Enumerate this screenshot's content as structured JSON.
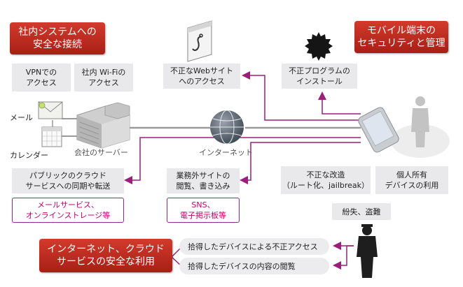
{
  "headings": {
    "internal": "社内システムへの\n安全な接続",
    "mobile": "モバイル端末の\nセキュリティと管理",
    "cloud": "インターネット、クラウド\nサービスの安全な利用"
  },
  "boxes": {
    "vpn": "VPNでの\nアクセス",
    "wifi": "社内 Wi-Fiの\nアクセス",
    "bad_site": "不正なWebサイト\nへのアクセス",
    "malware": "不正プログラムの\nインストール",
    "cloud_sync": "パブリックのクラウド\nサービスへの同期や転送",
    "nonwork": "業務外サイトの\n閲覧、書き込み",
    "tamper": "不正な改造\n（ルート化、jailbreak）",
    "personal": "個人所有\nデバイスの利用",
    "mail_storage": "メールサービス、\nオンラインストレージ等",
    "sns": "SNS、\n電子掲示板等",
    "loss": "紛失、盗難",
    "unauth_access": "拾得したデバイスによる不正アクセス",
    "content_view": "拾得したデバイスの内容の閲覧"
  },
  "labels": {
    "mail": "メール",
    "calendar": "カレンダー",
    "server": "会社のサーバー",
    "internet": "インターネット"
  },
  "colors": {
    "heading_red": "#b8261b",
    "arrow_magenta": "#9a1f7c",
    "box_grey": "#e9e9ec",
    "outline_purple": "#8a2a8a",
    "text_pink": "#c4006a"
  },
  "icons": [
    "envelope-icon",
    "calendar-icon",
    "server-building-icon",
    "globe-icon",
    "browser-hook-icon",
    "malware-blob-icon",
    "smartphone-icon",
    "person-icon",
    "thief-icon"
  ]
}
